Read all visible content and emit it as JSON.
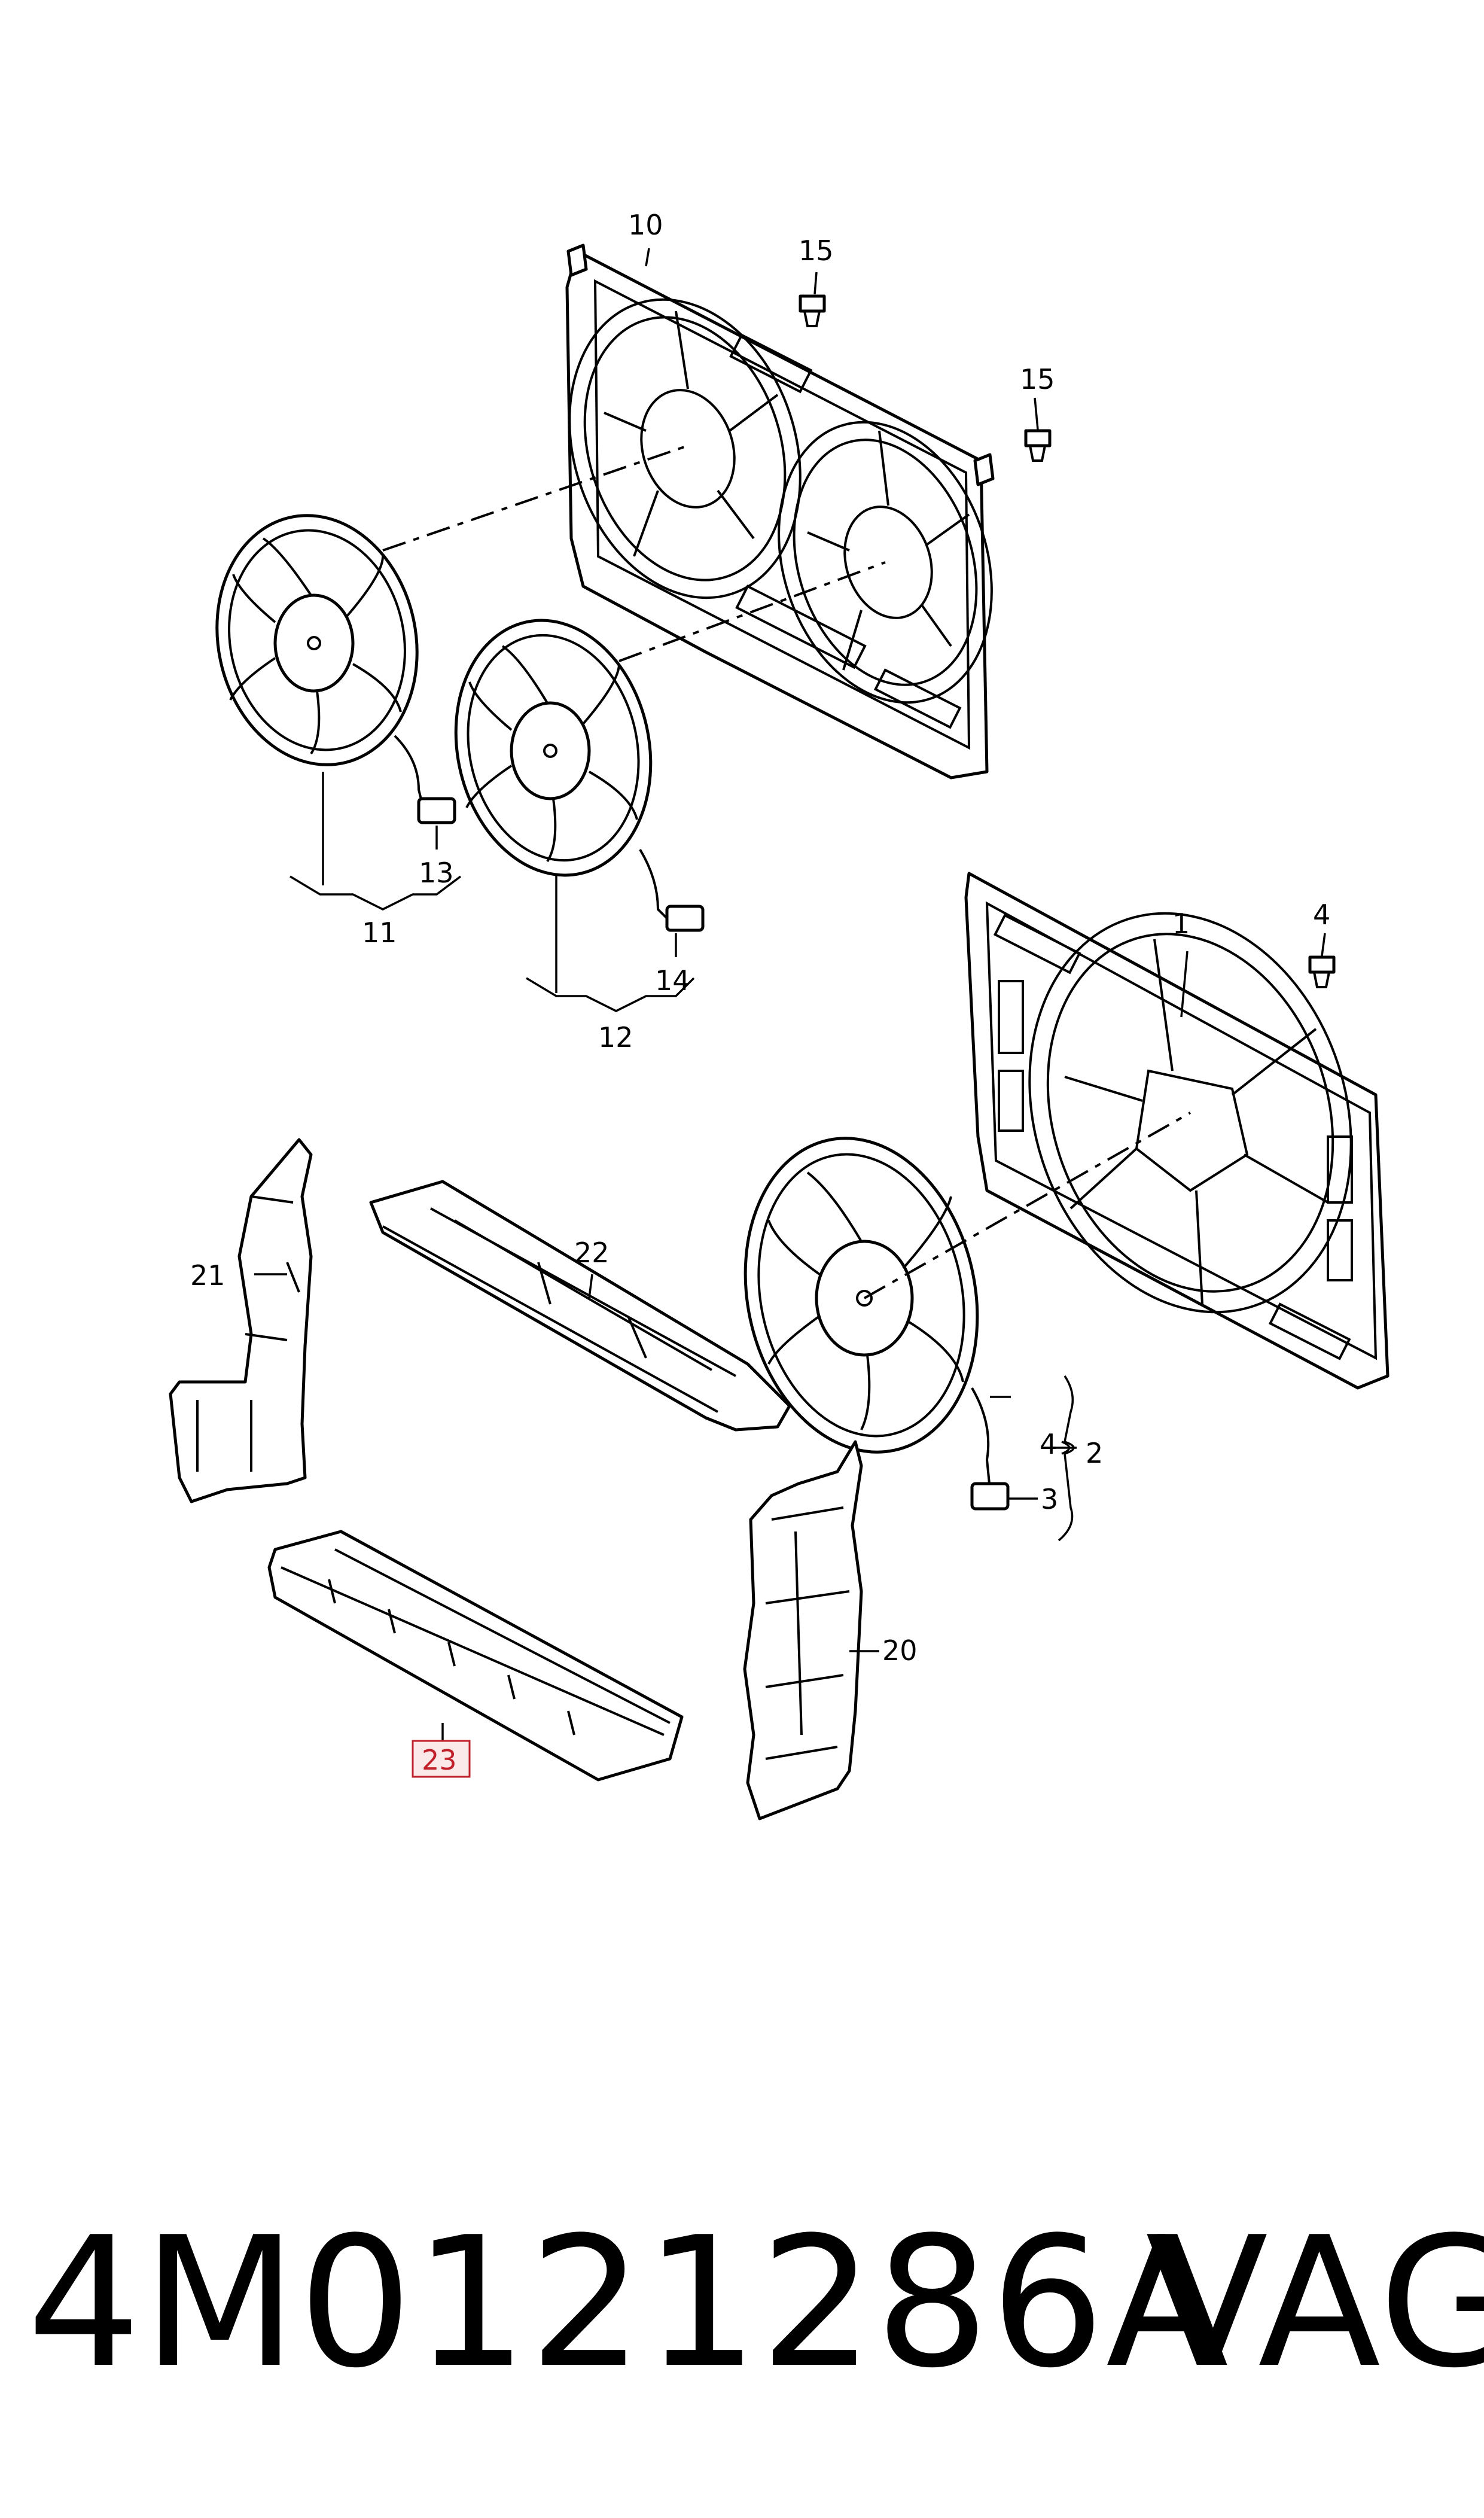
{
  "callouts": {
    "c1": "1",
    "c2": "2",
    "c3": "3",
    "c4a": "4",
    "c4b": "4",
    "c10": "10",
    "c11": "11",
    "c12": "12",
    "c13": "13",
    "c14": "14",
    "c15a": "15",
    "c15b": "15",
    "c20": "20",
    "c21": "21",
    "c22": "22",
    "c23": "23"
  },
  "highlight_color": "#c0202a",
  "footer": {
    "part_number": "4M0121286A",
    "brand": "VAG"
  }
}
